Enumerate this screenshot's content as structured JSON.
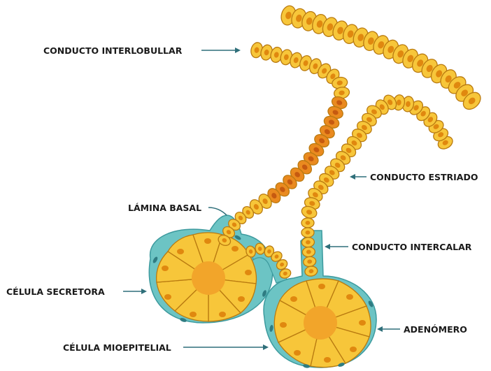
{
  "diagram": {
    "labels": {
      "conducto_interlobullar": "CONDUCTO INTERLOBULLAR",
      "conducto_estriado": "CONDUCTO ESTRIADO",
      "lamina_basal": "LÁMINA BASAL",
      "conducto_intercalar": "CONDUCTO INTERCALAR",
      "celula_secretora": "CÉLULA SECRETORA",
      "adenomero": "ADENÓMERO",
      "celula_mioepitelial": "CÉLULA MIOEPITELIAL"
    },
    "colors": {
      "duct_cell": "#f7c63a",
      "duct_cell_outline": "#b97a10",
      "duct_nucleus": "#e0880f",
      "striated_cell": "#ea8a1f",
      "striated_nucleus": "#c65a10",
      "basal_lamina": "#6cc4c4",
      "basal_lamina_edge": "#3d9a9e",
      "myoepithelial": "#2f7c82",
      "acinar_center": "#f2a52a",
      "label_text": "#1a1a1a",
      "leader_line": "#2f6f7a"
    }
  }
}
